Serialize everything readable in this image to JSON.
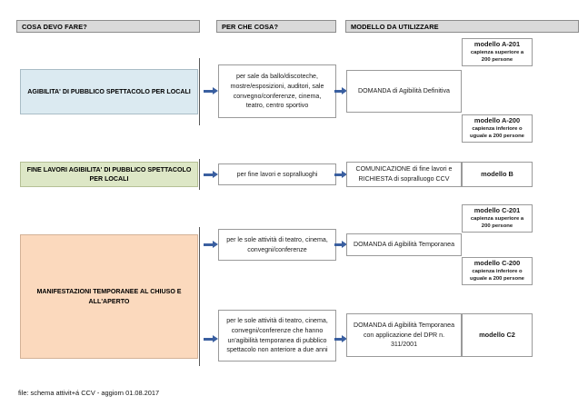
{
  "document": {
    "footer_note": "file: schema attivit+á CCV - aggiorn 01.08.2017"
  },
  "headers": [
    {
      "id": "cosa-devo-fare",
      "label": "COSA DEVO FARE?"
    },
    {
      "id": "per-che-cosa",
      "label": "PER CHE COSA?"
    },
    {
      "id": "modello-da-utilizzare",
      "label": "MODELLO DA UTILIZZARE"
    }
  ],
  "colors": {
    "header_fill": "#d9d9d9",
    "header_border": "#8c8c8c",
    "blue_fill": "#dbeaf1",
    "green_fill": "#dde7c6",
    "orange_fill": "#fbd9bd",
    "arrow": "#3a5fa0",
    "box_border": "#9a9a9a",
    "divider": "#595959"
  },
  "rows": [
    {
      "id": "agibilita-pubblico-spettacolo-locali",
      "category": "AGIBILITA' DI PUBBLICO SPETTACOLO PER LOCALI",
      "reason": "per sale da ballo/discoteche, mostre/esposizioni, auditori, sale convegno/conferenze, cinema, teatro, centro sportivo",
      "procedure": "DOMANDA di Agibilità Definitiva",
      "models": [
        {
          "title": "modello A-201",
          "subtitle": "capienza superiore a 200 persone"
        },
        {
          "title": "modello A-200",
          "subtitle": "capienza inferiore o uguale a 200 persone"
        }
      ]
    },
    {
      "id": "fine-lavori-agibilita",
      "category": "FINE LAVORI AGIBILITA' DI PUBBLICO SPETTACOLO PER LOCALI",
      "reason": "per fine lavori e sopralluoghi",
      "procedure": "COMUNICAZIONE di fine lavori e RICHIESTA di sopralluogo CCV",
      "models": [
        {
          "title": "modello B",
          "subtitle": ""
        }
      ]
    },
    {
      "id": "manifestazioni-temporanee",
      "category": "MANIFESTAZIONI TEMPORANEE AL CHIUSO E ALL'APERTO",
      "branches": [
        {
          "id": "branch-temporanea-standard",
          "reason": "per le sole attività di teatro, cinema, convegni/conferenze",
          "procedure": "DOMANDA di Agibilità Temporanea",
          "models": [
            {
              "title": "modello C-201",
              "subtitle": "capienza superiore a 200 persone"
            },
            {
              "title": "modello C-200",
              "subtitle": "capienza inferiore o uguale a 200 persone"
            }
          ]
        },
        {
          "id": "branch-temporanea-dpr",
          "reason": "per le sole attività di teatro, cinema, convegni/conferenze che hanno un'agibilità temporanea di pubblico spettacolo non anteriore a due anni",
          "procedure": "DOMANDA di Agibilità Temporanea con applicazione del DPR n. 311/2001",
          "models": [
            {
              "title": "modello C2",
              "subtitle": ""
            }
          ]
        }
      ]
    }
  ]
}
